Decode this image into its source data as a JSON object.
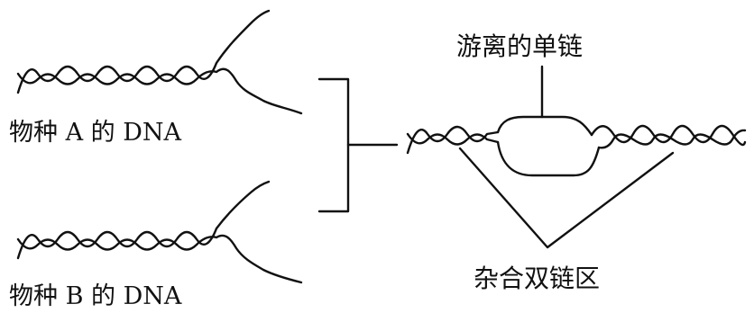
{
  "labels": {
    "species_a_dna": "物种 A 的 DNA",
    "species_b_dna": "物种 B 的 DNA",
    "free_single_strand": "游离的单链",
    "hybrid_duplex_region": "杂合双链区"
  },
  "colors": {
    "ink": "#111111",
    "background": "#ffffff"
  }
}
